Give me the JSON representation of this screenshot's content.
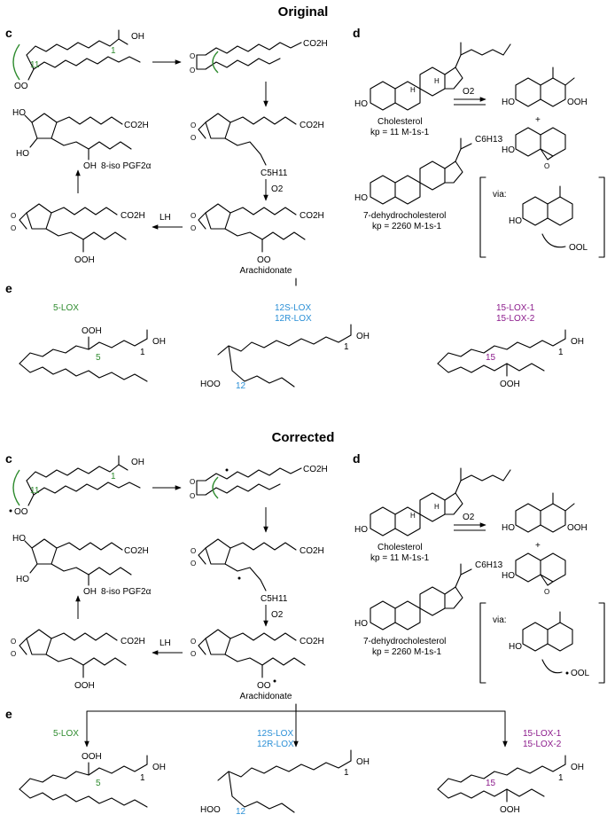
{
  "colors": {
    "lox5": "#2e8b2e",
    "lox12": "#2a8fd6",
    "lox15": "#8b1a8b",
    "ink": "#000000",
    "background": "#ffffff"
  },
  "headings": {
    "original": "Original",
    "corrected": "Corrected"
  },
  "panels": {
    "c": "c",
    "d": "d",
    "e": "e"
  },
  "panel_c": {
    "carbon_11": "11",
    "carbon_1": "1",
    "acid_oh": "OH",
    "co2h": "CO2H",
    "peroxyl": "OO",
    "peroxide_o": "O",
    "oh": "HO",
    "oh_right": "OH",
    "c5h11": "C5H11",
    "o2": "O2",
    "lh": "LH",
    "ooh": "OOH",
    "isoprostane": "8-iso PGF2α",
    "isoprostane_corrected": "8-iso PGF2α"
  },
  "panel_d": {
    "cholesterol": "Cholesterol",
    "kp_chol": "kp = 11 M-1s-1",
    "dhc": "7-dehydrocholesterol",
    "kp_dhc": "kp = 2260 M-1s-1",
    "c6h13": "C6H13",
    "o2": "O2",
    "plus": "+",
    "via": "via:",
    "ooh": "OOH",
    "ho": "HO",
    "ool": "OOL",
    "h": "H",
    "epoxide_o": "O"
  },
  "panel_e": {
    "arachidonate": "Arachidonate",
    "lox5_label": "5-LOX",
    "lox12s_label": "12S-LOX",
    "lox12r_label": "12R-LOX",
    "lox15_1_label": "15-LOX-1",
    "lox15_2_label": "15-LOX-2",
    "c5": "5",
    "c12": "12",
    "c15": "15",
    "c1": "1",
    "oh": "OH",
    "ooh": "OOH",
    "hoo": "HOO"
  }
}
